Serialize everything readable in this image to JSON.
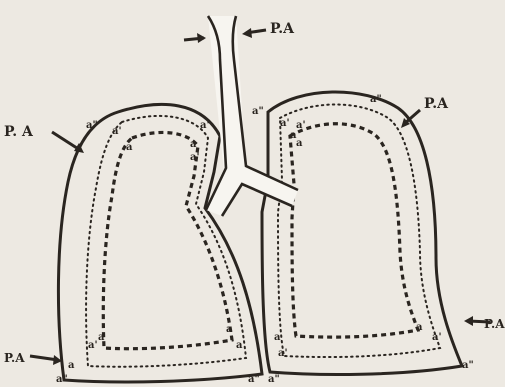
{
  "labels": {
    "pa_top": "P.A",
    "pa_left_upper": "P. A",
    "pa_right_upper": "P.A",
    "pa_right_lower": "P.A",
    "pa_left_lower": "P.A",
    "a": "a",
    "a_prime": "a'",
    "a_double": "a\""
  },
  "colors": {
    "ink": "#2a2520",
    "paper": "#ede9e2",
    "pleura_fill": "#f7f5f0"
  }
}
